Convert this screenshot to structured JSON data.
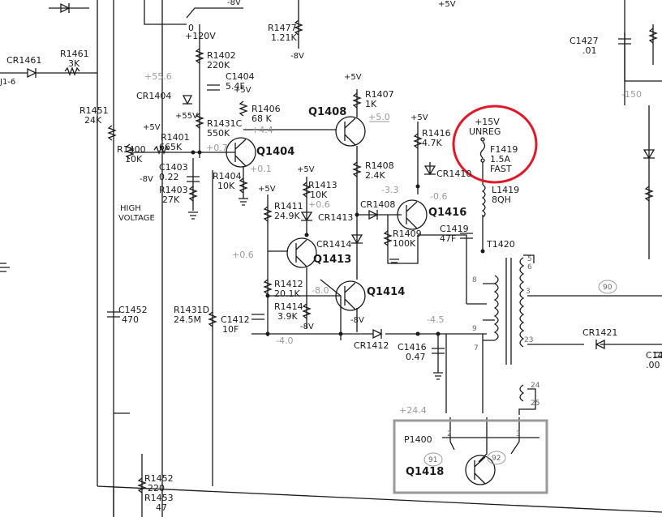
{
  "components": {
    "cr1461": "CR1461",
    "r1461": "R1461",
    "r1461_val": "3K",
    "j1_6": "J1-6",
    "r1451": "R1451",
    "r1451_val": "24K",
    "r1402": "R1402",
    "r1402_val": "220K",
    "c1404": "C1404",
    "c1404_val": "5.4F",
    "cr1404": "CR1404",
    "r1406": "R1406",
    "r1406_val": "68 K",
    "r1431c": "R1431C",
    "r1431c_val": "550K",
    "r1401": "R1401",
    "r1401_val": "665K",
    "r1400": "R1400",
    "r1400_val": "10K",
    "c1403": "C1403",
    "c1403_val": "0.22",
    "r1403": "R1403",
    "r1403_val": "27K",
    "q1404": "Q1404",
    "r1404": "R1404",
    "r1404_val": "10K",
    "high": "HIGH",
    "voltage": "VOLTAGE",
    "r1477": "R1477",
    "r1477_val": "1.21K",
    "r1407": "R1407",
    "r1407_val": "1K",
    "q1408": "Q1408",
    "r1408": "R1408",
    "r1408_val": "2.4K",
    "r1413": "R1413",
    "r1413_val": "10K",
    "r1411": "R1411",
    "r1411_val": "24.9K",
    "cr1413": "CR1413",
    "cr1408": "CR1408",
    "r1409": "R1409",
    "r1409_val": "100K",
    "q1413": "Q1413",
    "cr1414": "CR1414",
    "r1412": "R1412",
    "r1412_val": "20.1K",
    "r1414": "R1414",
    "r1414_val": "3.9K",
    "q1414": "Q1414",
    "r1416": "R1416",
    "r1416_val": "4.7K",
    "cr1410": "CR1410",
    "q1416": "Q1416",
    "c1419": "C1419",
    "c1419_val": "47F",
    "f1419": "F1419",
    "f1419_rating": "1.5A",
    "f1419_type": "FAST",
    "unreg": "UNREG",
    "plus15v": "+15V",
    "l1419": "L1419",
    "l1419_val": "8QH",
    "t1420": "T1420",
    "c1452": "C1452",
    "c1452_val": "470",
    "r1431d": "R1431D",
    "r1431d_val": "24.5M",
    "c1412": "C1412",
    "c1412_val": "10F",
    "cr1412": "CR1412",
    "c1416": "C1416",
    "c1416_val": "0.47",
    "cr1421": "CR1421",
    "c1427": "C1427",
    "c1427_val": ".01",
    "c14x": "C14",
    "c14x_val": ".00",
    "p1400": "P1400",
    "q1418": "Q1418",
    "r1452": "R1452",
    "r1452_val": "220",
    "r1453": "R1453",
    "r1453_val": "47"
  },
  "voltages": {
    "v120": "+120V",
    "v0": "0",
    "v55_6": "+55.6",
    "v5_a": "+5V",
    "v5_b": "+5V",
    "v5_c": "+5V",
    "v5_d": "+5V",
    "v5_e": "+5V",
    "v5_f": "+5V",
    "v5_g": "+5V",
    "v55": "+55V",
    "m8_a": "-8V",
    "m8_b": "-8V",
    "m8_c": "-8V",
    "m8_d": "-8V",
    "m8_e": "-8V",
    "v4_4": "+4.4",
    "v5_0": "+5.0",
    "v0_7": "+0.7",
    "v0_1": "+0.1",
    "m3_3": "-3.3",
    "m0_6": "-0.6",
    "v0_6_a": "+0.6",
    "v0_6_b": "+0.6",
    "m8_0": "-8.0",
    "m4_0": "-4.0",
    "m4_5": "-4.5",
    "v24_4": "+24.4",
    "m150": "-150"
  },
  "terminals": {
    "t5": "5",
    "t6": "6",
    "t8": "8",
    "t9": "9",
    "t7": "7",
    "t3": "3",
    "t23": "23",
    "t24": "24",
    "t25": "25",
    "p2": "2",
    "p3": "3"
  },
  "tags": {
    "tag90": "90",
    "tag91": "91",
    "tag92": "92"
  },
  "highlight": {
    "color": "#e0192a"
  }
}
